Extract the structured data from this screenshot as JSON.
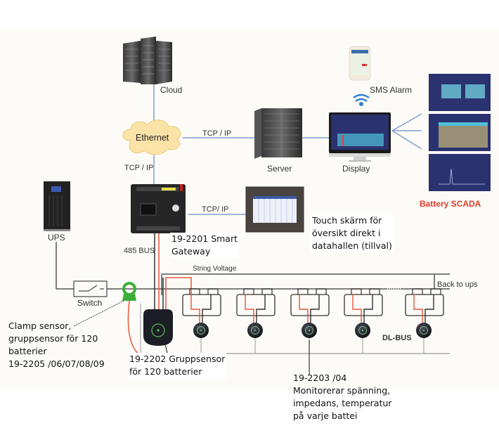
{
  "nodes": {
    "cloud": "Cloud",
    "ethernet": "Ethernet",
    "server": "Server",
    "display": "Display",
    "sms_alarm": "SMS Alarm",
    "battery_scada": "Battery SCADA",
    "ups": "UPS",
    "switch": "Switch"
  },
  "links": {
    "ethernet_server": "TCP / IP",
    "ethernet_gateway": "TCP / IP",
    "gateway_touch": "TCP/ IP",
    "bus": "485 BUS",
    "string_voltage": "String Voltage",
    "back_to_ups": "Back to ups",
    "dl_bus": "DL-BUS"
  },
  "notes": {
    "gateway": [
      "19-2201 Smart",
      "Gateway"
    ],
    "touch": [
      "Touch skärm för",
      "översikt direkt i",
      "datahallen (tillval)"
    ],
    "clamp": [
      "Clamp sensor,",
      "gruppsensor för 120",
      "batterier",
      "19-2205 /06/07/08/09"
    ],
    "group_sensor": [
      "19-2202 Gruppsensor",
      "för 120 batterier"
    ],
    "monitor": [
      "19-2203 /04",
      "Monitorerar spänning,",
      "impedans, temperatur",
      "på varje battei"
    ]
  },
  "colors": {
    "network_line": "#7f9fcf",
    "power_line": "#333333",
    "signal_line": "#e8553a",
    "scada_title": "#e23b2a",
    "clamp_sensor": "#3cae3c",
    "cloud_fill": "#fbe3a8"
  },
  "battery_modules": 5
}
